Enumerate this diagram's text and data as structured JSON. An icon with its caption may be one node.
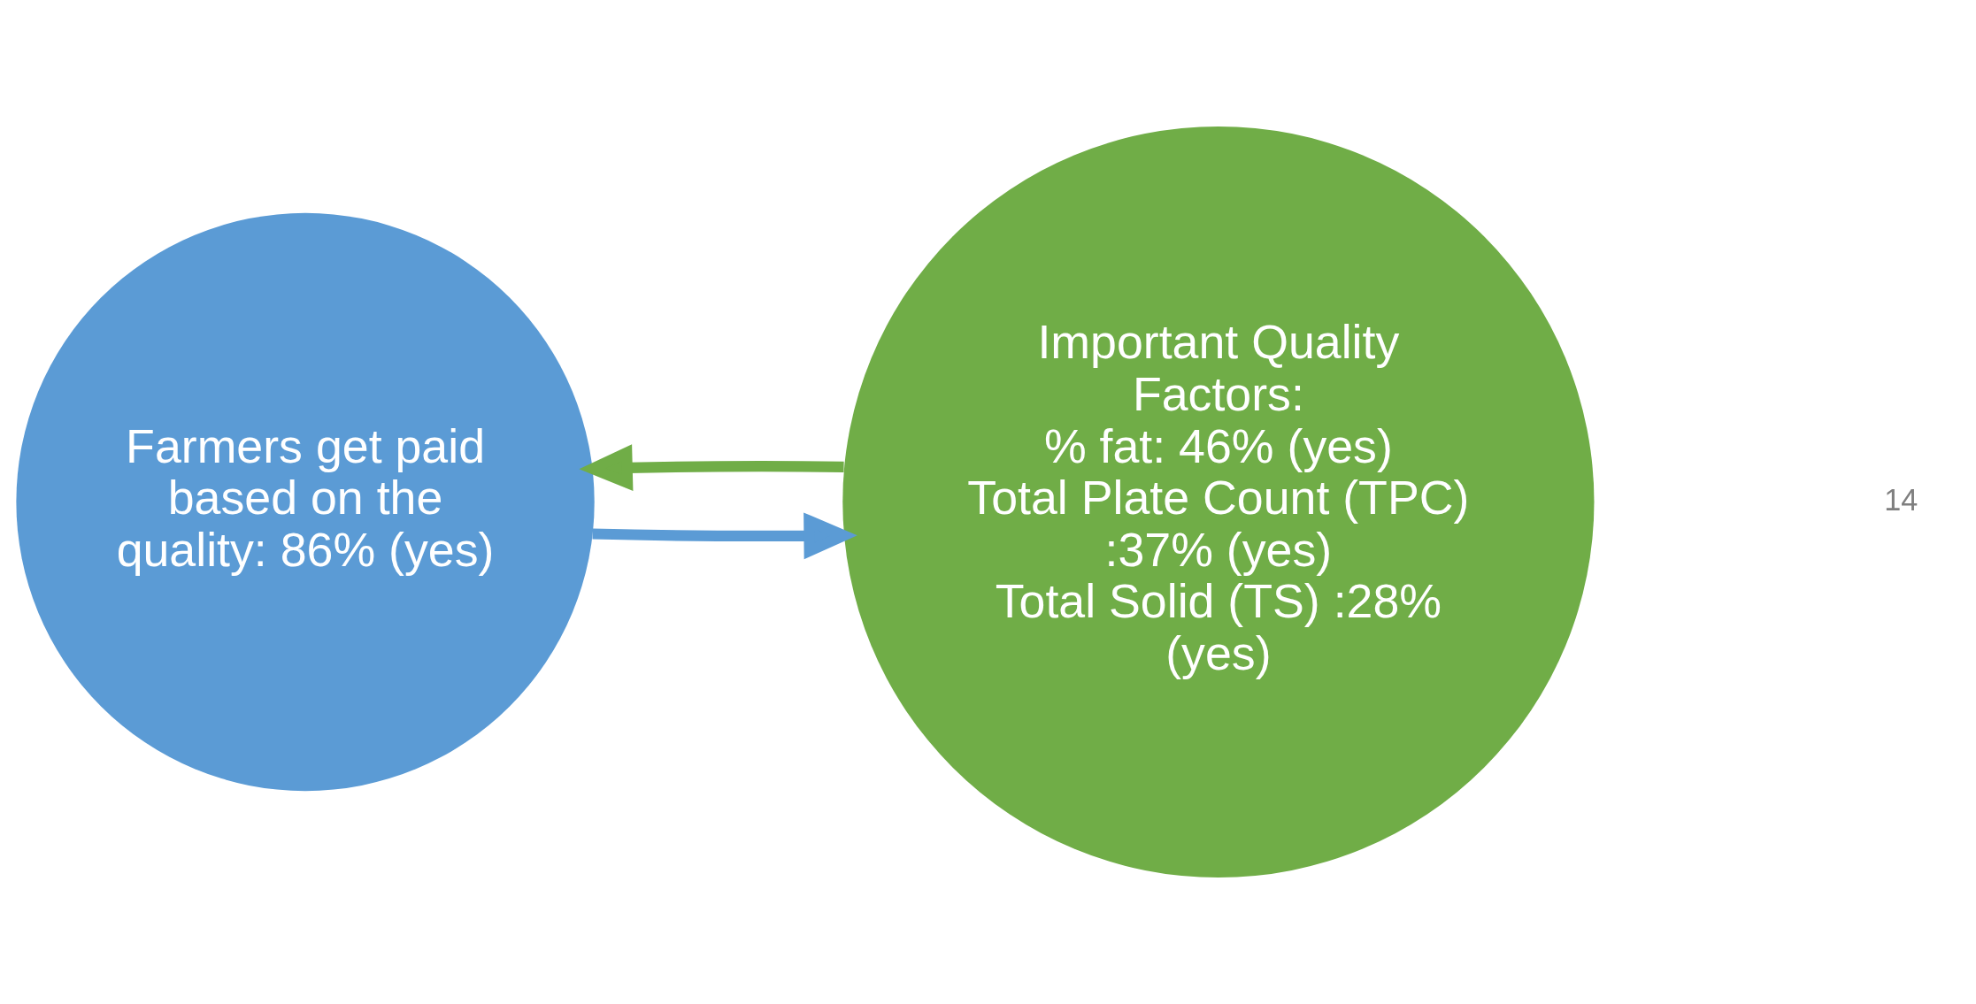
{
  "diagram": {
    "nodes": [
      {
        "text": [
          "Farmers get paid based on the quality: 86% (yes)"
        ]
      },
      {
        "text": [
          "Important Quality Factors:",
          "% fat: 46% (yes)",
          "Total Plate Count (TPC) :37% (yes)",
          "Total Solid (TS) :28% (yes)"
        ]
      }
    ],
    "edges": [
      {
        "from": 0,
        "to": 1,
        "arrow": "to",
        "color": "#5b9bd5"
      },
      {
        "from": 1,
        "to": 0,
        "arrow": "to",
        "color": "#70ad47"
      }
    ],
    "labels": [
      "14"
    ]
  }
}
